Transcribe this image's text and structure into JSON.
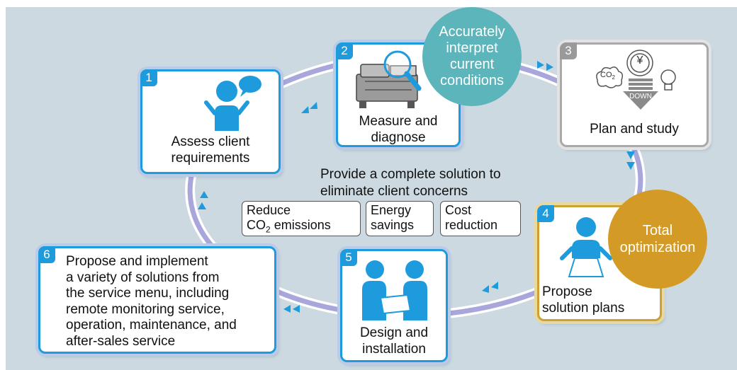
{
  "steps": [
    {
      "number": "1",
      "label_line1": "Assess client",
      "label_line2": "requirements"
    },
    {
      "number": "2",
      "label_line1": "Measure and",
      "label_line2": "diagnose"
    },
    {
      "number": "3",
      "label_line1": "Plan and study"
    },
    {
      "number": "4",
      "label_line1": "Propose",
      "label_line2": "solution plans"
    },
    {
      "number": "5",
      "label_line1": "Design and",
      "label_line2": "installation"
    },
    {
      "number": "6",
      "lines": [
        "Propose and implement",
        "a variety of solutions from",
        "the service menu, including",
        "remote monitoring service,",
        "operation, maintenance, and",
        "after-sales service"
      ]
    }
  ],
  "badges": {
    "interpret": "Accurately\ninterpret\ncurrent\nconditions",
    "optimization": "Total\noptimization"
  },
  "center": {
    "line1": "Provide a complete solution to",
    "line2": "eliminate client concerns",
    "tags": [
      {
        "line1": "Reduce",
        "line2_pre": "CO",
        "line2_sub": "2",
        "line2_post": " emissions"
      },
      {
        "line1": "Energy",
        "line2": "savings"
      },
      {
        "line1": "Cost",
        "line2": "reduction"
      }
    ]
  },
  "icon_text": {
    "co2_pre": "CO",
    "co2_sub": "2",
    "down": "DOWN",
    "yen": "¥"
  },
  "colors": {
    "accent": "#1e9bdc",
    "teal_badge": "#5cb5ba",
    "gold_badge": "#d39b25",
    "background": "#ccd9e1"
  },
  "icons": [
    "person-speech-icon",
    "chiller-magnifier-icon",
    "co2-yen-bulb-down-icon",
    "presenter-icon",
    "handshake-plan-icon"
  ]
}
